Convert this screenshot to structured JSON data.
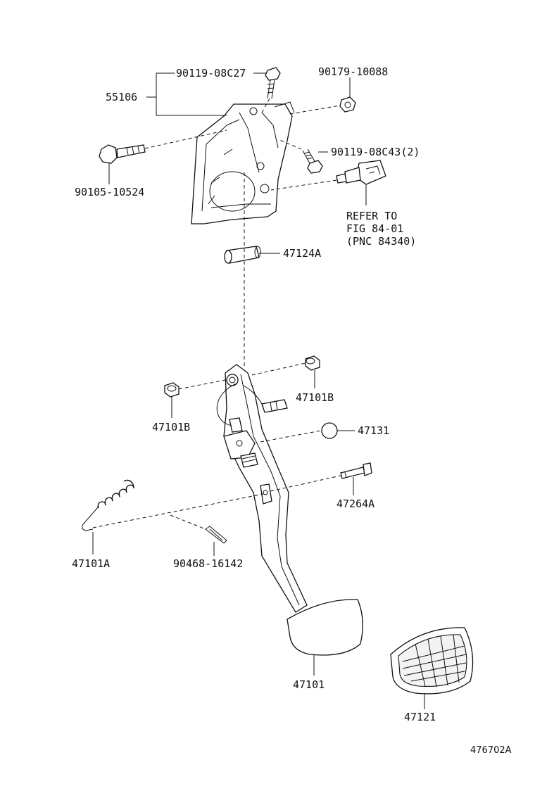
{
  "labels": {
    "bolt_upper": "90119-08C27",
    "bracket": "55106",
    "nut": "90179-10088",
    "bolt_left": "90105-10524",
    "bolt_mid": "90119-08C43(2)",
    "refer_1": "REFER TO",
    "refer_2": "FIG 84-01",
    "refer_3": "(PNC 84340)",
    "collar": "47124A",
    "bushing_right": "47101B",
    "bushing_left": "47101B",
    "stopper": "47131",
    "pin": "47264A",
    "spring": "47101A",
    "clip": "90468-16142",
    "pedal": "47101",
    "pad": "47121",
    "figure_code": "476702A"
  }
}
